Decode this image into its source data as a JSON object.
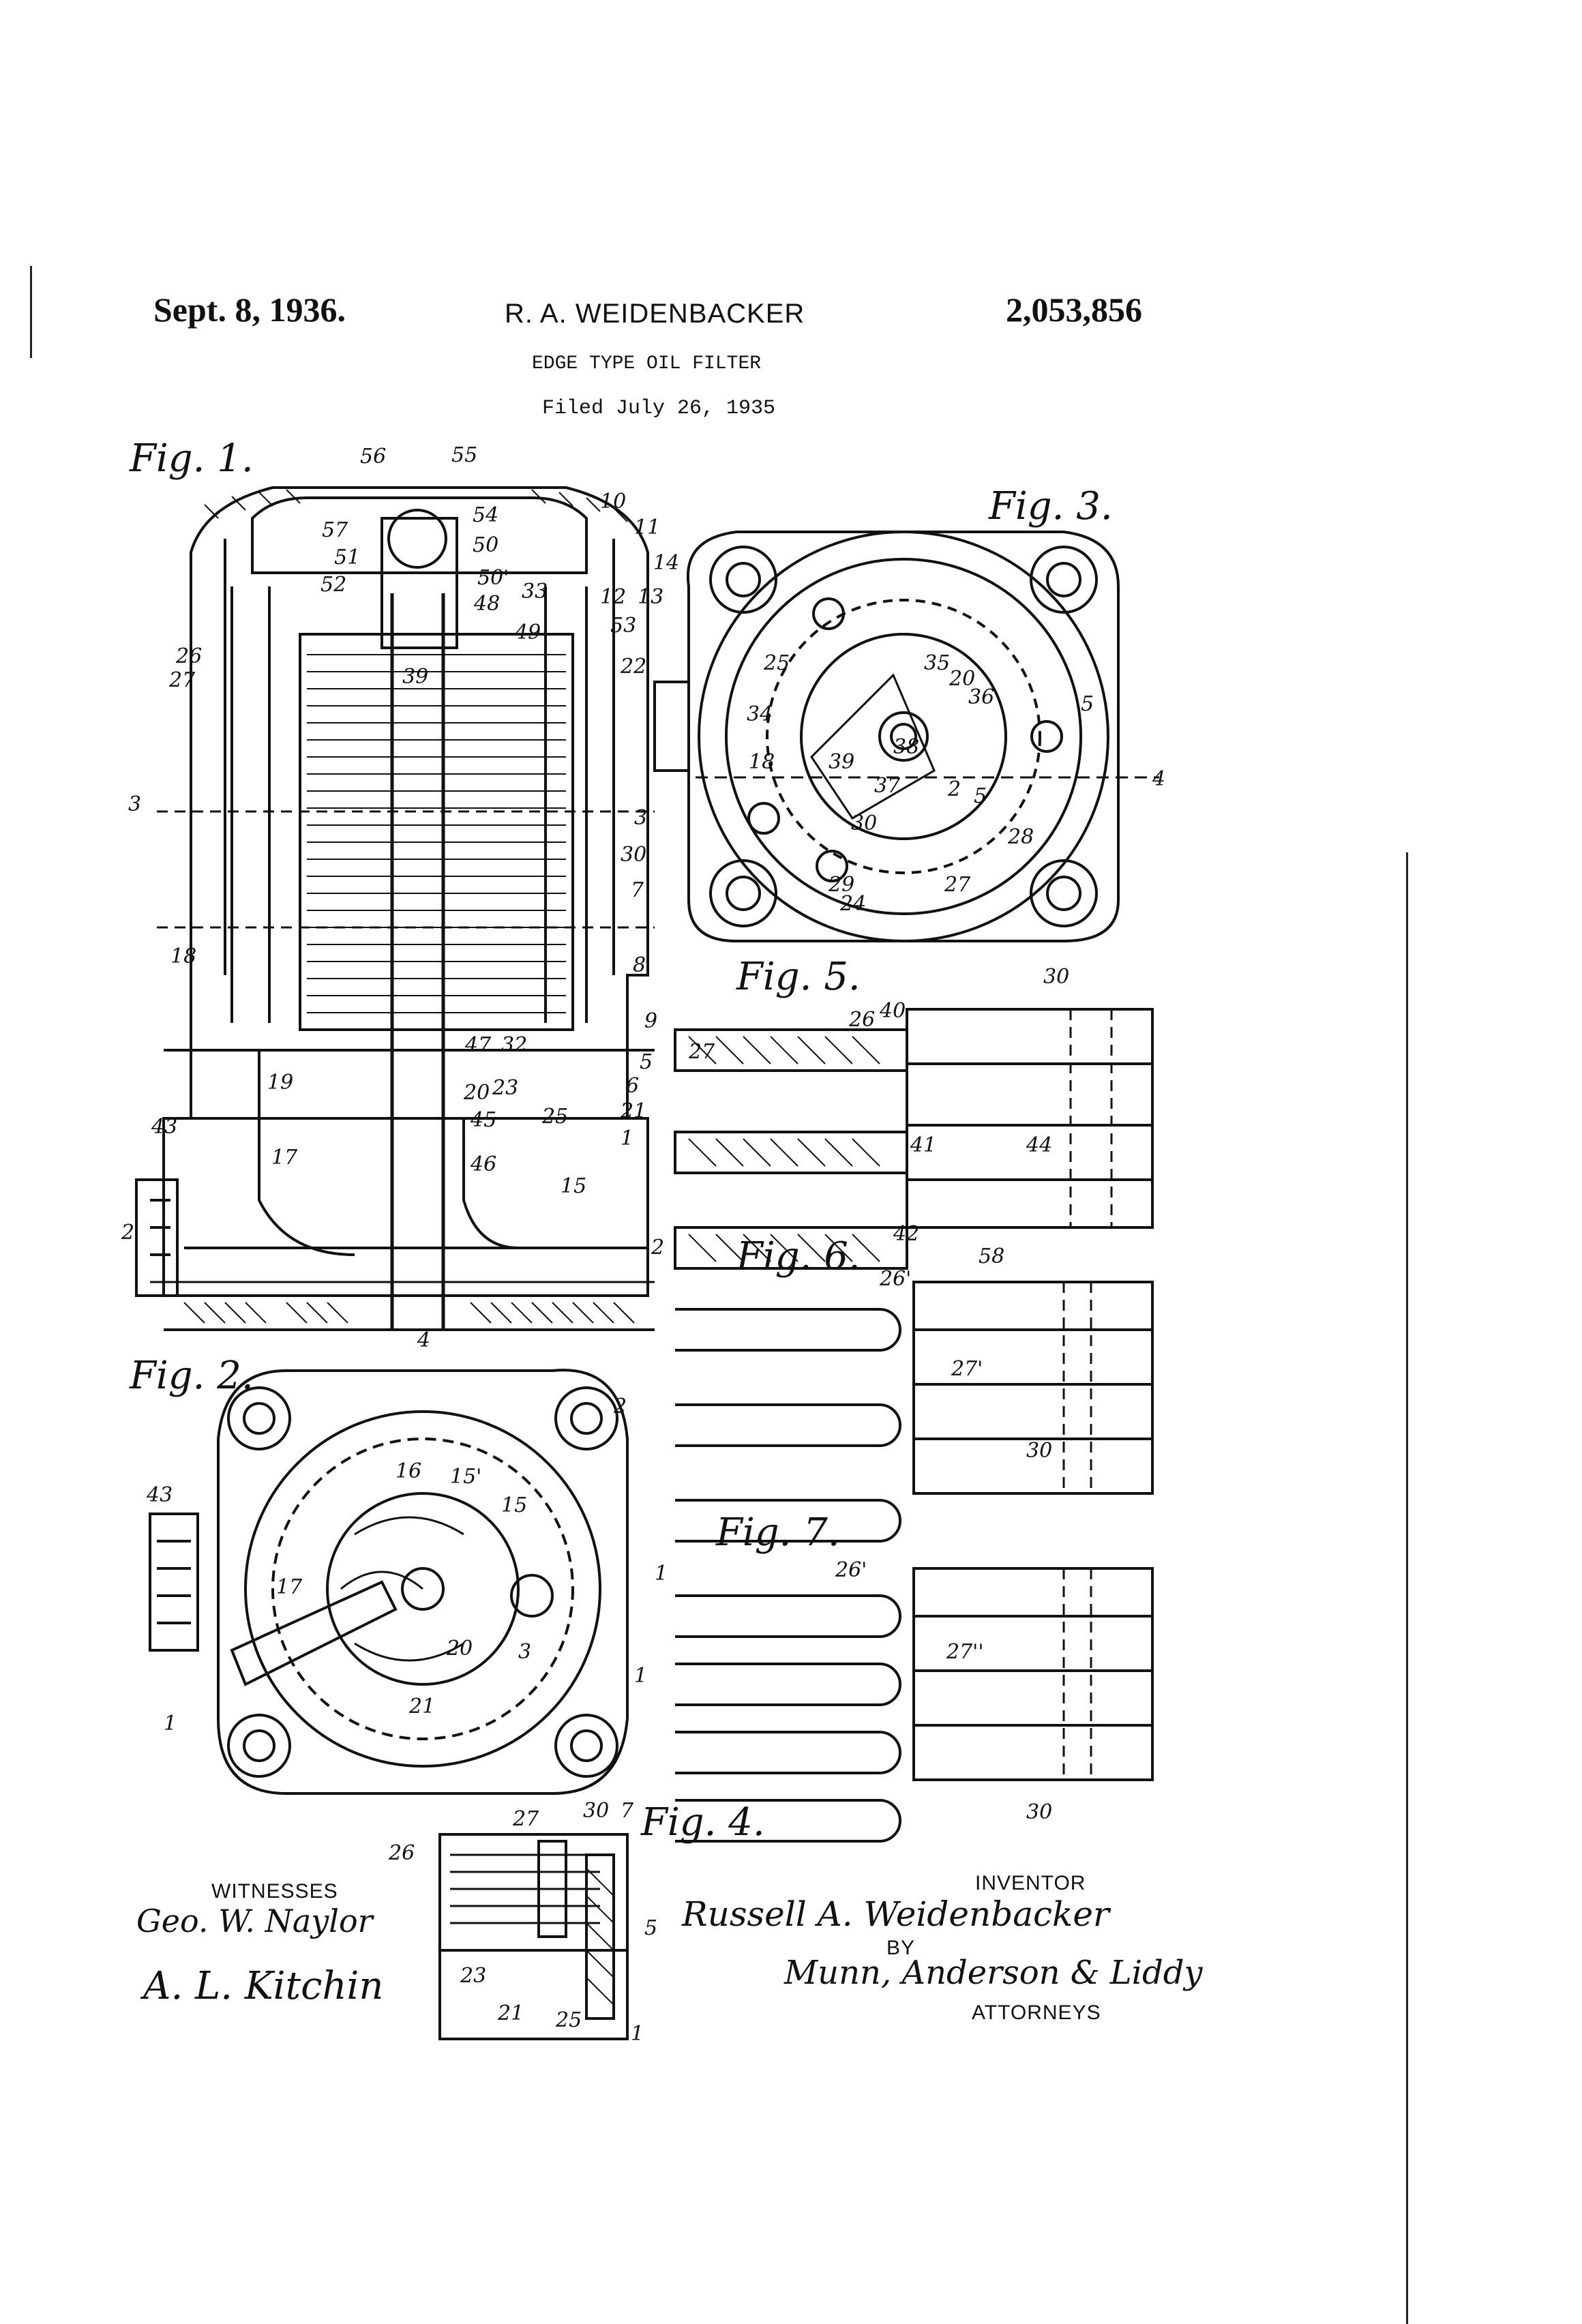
{
  "header": {
    "date": "Sept. 8, 1936.",
    "inventor_name": "R. A. WEIDENBACKER",
    "patent_number": "2,053,856",
    "title": "EDGE TYPE OIL FILTER",
    "filed": "Filed July 26, 1935"
  },
  "figures": {
    "fig1": {
      "label": "Fig. 1.",
      "refs": [
        "56",
        "55",
        "10",
        "11",
        "14",
        "13",
        "12",
        "53",
        "57",
        "51",
        "54",
        "50",
        "52",
        "50'",
        "48",
        "33",
        "49",
        "26",
        "27",
        "39",
        "22",
        "3",
        "3",
        "30",
        "7",
        "18",
        "8",
        "9",
        "5",
        "6",
        "21",
        "1",
        "47",
        "32",
        "23",
        "25",
        "20",
        "45",
        "46",
        "19",
        "17",
        "43",
        "2",
        "15",
        "2",
        "4"
      ]
    },
    "fig2": {
      "label": "Fig. 2.",
      "refs": [
        "2",
        "43",
        "16",
        "15'",
        "15",
        "17",
        "20",
        "3",
        "1",
        "21",
        "1",
        "1"
      ]
    },
    "fig3": {
      "label": "Fig. 3.",
      "refs": [
        "35",
        "20",
        "36",
        "25",
        "34",
        "5",
        "4",
        "18",
        "39",
        "38",
        "37",
        "2",
        "5",
        "30",
        "28",
        "29",
        "27",
        "24"
      ]
    },
    "fig4": {
      "label": "Fig. 4.",
      "refs": [
        "27",
        "30",
        "7",
        "26",
        "5",
        "23",
        "21",
        "25",
        "1"
      ]
    },
    "fig5": {
      "label": "Fig. 5.",
      "refs": [
        "30",
        "26",
        "40",
        "27",
        "41",
        "44",
        "42"
      ]
    },
    "fig6": {
      "label": "Fig. 6.",
      "refs": [
        "26'",
        "58",
        "27'",
        "30"
      ]
    },
    "fig7": {
      "label": "Fig. 7.",
      "refs": [
        "26'",
        "27''",
        "30"
      ]
    }
  },
  "footer": {
    "witnesses_label": "WITNESSES",
    "witness_1": "Geo. W. Naylor",
    "witness_2": "A. L. Kitchin",
    "inventor_label": "INVENTOR",
    "inventor_signature": "Russell A. Weidenbacker",
    "by_label": "BY",
    "attorneys_signature": "Munn, Anderson & Liddy",
    "attorneys_label": "ATTORNEYS"
  }
}
